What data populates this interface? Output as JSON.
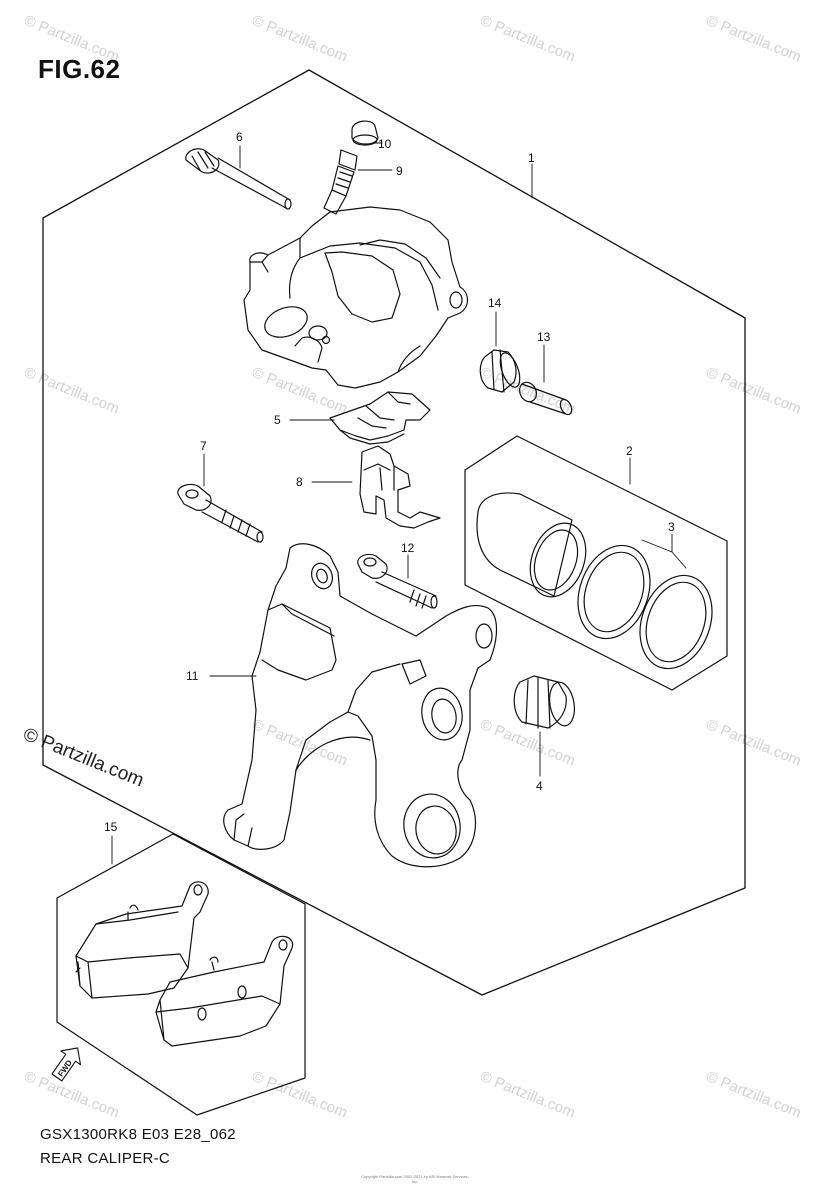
{
  "figure": {
    "title": "FIG.62",
    "model_code": "GSX1300RK8 E03 E28_062",
    "section_name": "REAR CALIPER-C",
    "copyright": "Copyright Partzilla.com 2002-2021 by ARI Network Services, Inc."
  },
  "watermark": {
    "text": "© Partzilla.com",
    "foreground_text": "© Partzilla.com"
  },
  "fwd_label": "FWD",
  "callouts": [
    {
      "number": "1",
      "part": "caliper-assembly"
    },
    {
      "number": "2",
      "part": "piston-set"
    },
    {
      "number": "3",
      "part": "piston-seal-set"
    },
    {
      "number": "4",
      "part": "boot"
    },
    {
      "number": "5",
      "part": "pad-spring"
    },
    {
      "number": "6",
      "part": "pad-mounting-pin"
    },
    {
      "number": "7",
      "part": "mounting-bolt"
    },
    {
      "number": "8",
      "part": "pad-retainer"
    },
    {
      "number": "9",
      "part": "bleeder-valve"
    },
    {
      "number": "10",
      "part": "bleeder-cap"
    },
    {
      "number": "11",
      "part": "caliper-bracket"
    },
    {
      "number": "12",
      "part": "bracket-bolt"
    },
    {
      "number": "13",
      "part": "slide-pin"
    },
    {
      "number": "14",
      "part": "slide-pin-boot"
    },
    {
      "number": "15",
      "part": "brake-pad-set"
    }
  ]
}
